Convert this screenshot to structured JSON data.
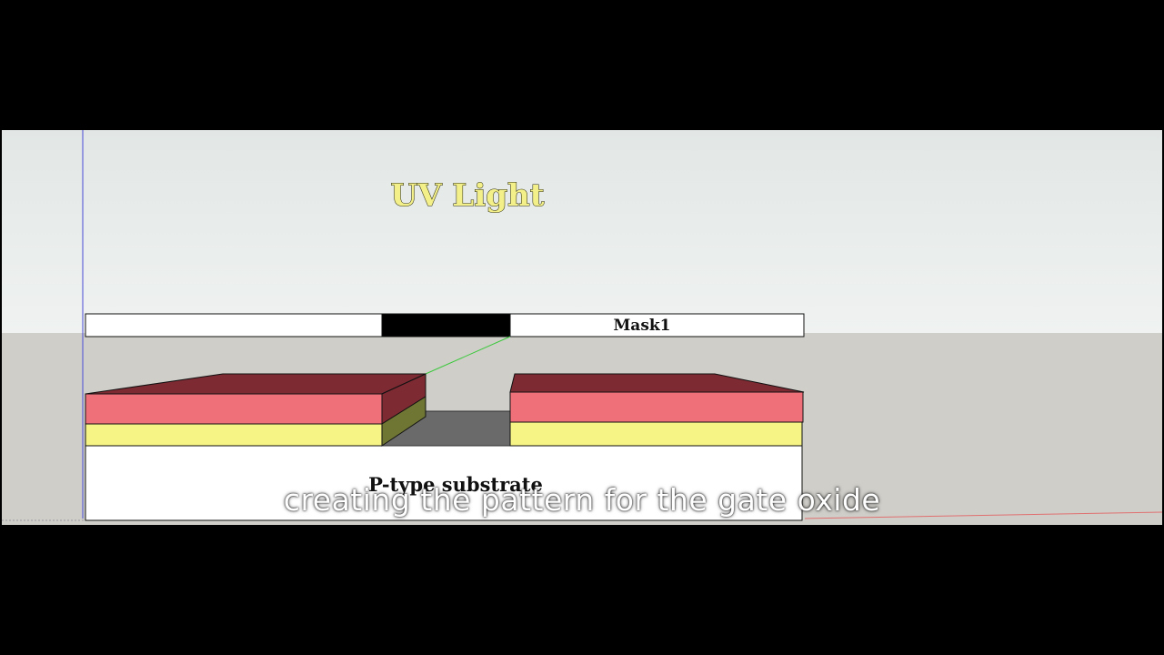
{
  "video": {
    "subtitle": "creating the pattern for the gate oxide"
  },
  "diagram": {
    "uv_label": "UV Light",
    "mask_label": "Mask1",
    "substrate_label": "P-type substrate"
  },
  "colors": {
    "sky_top": "#e3e8e6",
    "sky_bottom": "#eef1ef",
    "ground": "#cfcec9",
    "mask_fill": "#ffffff",
    "mask_opaque": "#000000",
    "photoresist_top": "#7e2a33",
    "photoresist_front": "#f0707a",
    "oxide_front": "#f6f485",
    "oxide_side": "#6f7532",
    "substrate": "#ffffff",
    "trench_floor": "#6a6a6a",
    "uv_text": "#f3f08a",
    "axis_blue": "#3a3ad0",
    "axis_green": "#3cc83c",
    "axis_red": "#e06060"
  }
}
